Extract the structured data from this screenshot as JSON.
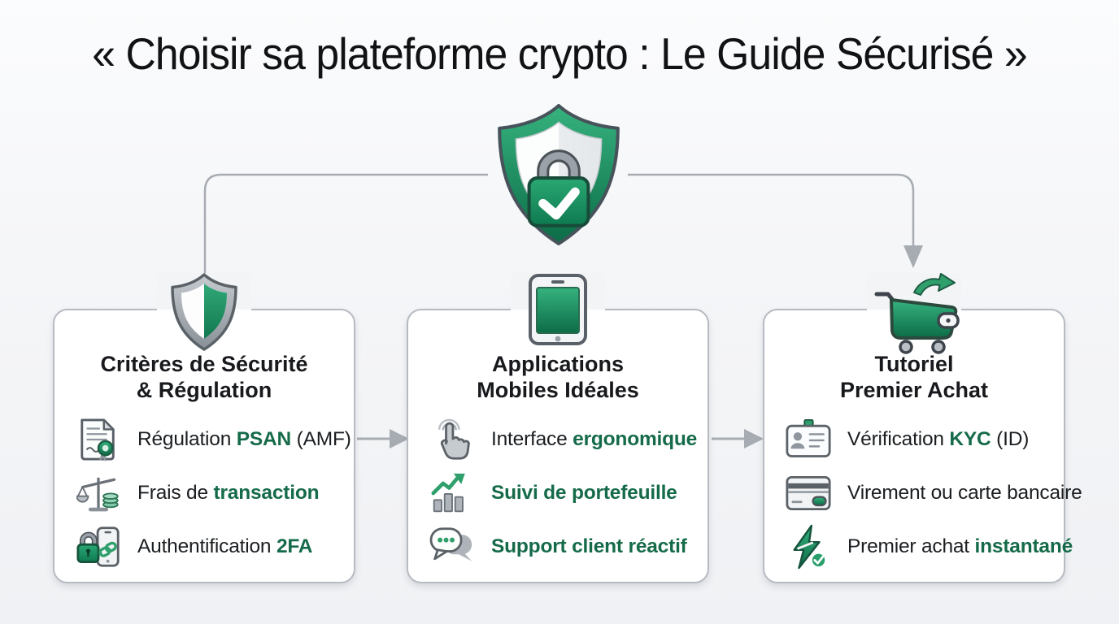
{
  "title": "« Choisir sa plateforme crypto : Le Guide Sécurisé »",
  "center_icon": "shield-lock-check-icon",
  "colors": {
    "accent_green": "#1f9866",
    "accent_green_dark": "#0c6c47",
    "highlight_text_green": "#156b49",
    "body_text": "#1b1e21",
    "connector_gray": "#a7acb3",
    "card_border": "#b6bbc2",
    "card_background": "#ffffff",
    "page_background": "#f3f4f6"
  },
  "columns": [
    {
      "id": "security",
      "emblem_icon": "half-shield-icon",
      "title_lines": [
        "Critères de Sécurité",
        "& Régulation"
      ],
      "items": [
        {
          "icon": "certificate-seal-icon",
          "segments": [
            {
              "text": "Régulation ",
              "cls": "seg"
            },
            {
              "text": "PSAN",
              "cls": "seg hl"
            },
            {
              "text": " (AMF)",
              "cls": "seg"
            }
          ]
        },
        {
          "icon": "scale-coins-icon",
          "segments": [
            {
              "text": "Frais de ",
              "cls": "seg"
            },
            {
              "text": "transaction",
              "cls": "seg hl"
            }
          ]
        },
        {
          "icon": "lock-phone-2fa-icon",
          "segments": [
            {
              "text": "Authentification ",
              "cls": "seg"
            },
            {
              "text": "2FA",
              "cls": "seg hl"
            }
          ]
        }
      ]
    },
    {
      "id": "mobile-apps",
      "emblem_icon": "smartphone-icon",
      "title_lines": [
        "Applications",
        "Mobiles Idéales"
      ],
      "items": [
        {
          "icon": "tap-gesture-icon",
          "segments": [
            {
              "text": "Interface ",
              "cls": "seg"
            },
            {
              "text": "ergonomique",
              "cls": "seg hl"
            }
          ]
        },
        {
          "icon": "portfolio-chart-icon",
          "segments": [
            {
              "text": "Suivi de portefeuille",
              "cls": "seg hl"
            }
          ]
        },
        {
          "icon": "chat-support-icon",
          "segments": [
            {
              "text": "Support client réactif",
              "cls": "seg hl"
            }
          ]
        }
      ]
    },
    {
      "id": "first-purchase",
      "emblem_icon": "cart-arrow-icon",
      "title_lines": [
        "Tutoriel",
        "Premier Achat"
      ],
      "items": [
        {
          "icon": "id-card-icon",
          "segments": [
            {
              "text": "Vérification ",
              "cls": "seg"
            },
            {
              "text": "KYC",
              "cls": "seg hl"
            },
            {
              "text": " (ID)",
              "cls": "seg"
            }
          ]
        },
        {
          "icon": "bank-card-icon",
          "segments": [
            {
              "text": "Virement ou carte bancaire",
              "cls": "seg"
            }
          ]
        },
        {
          "icon": "instant-bolt-icon",
          "segments": [
            {
              "text": "Premier achat ",
              "cls": "seg"
            },
            {
              "text": "instantané",
              "cls": "seg hl"
            }
          ]
        }
      ]
    }
  ]
}
